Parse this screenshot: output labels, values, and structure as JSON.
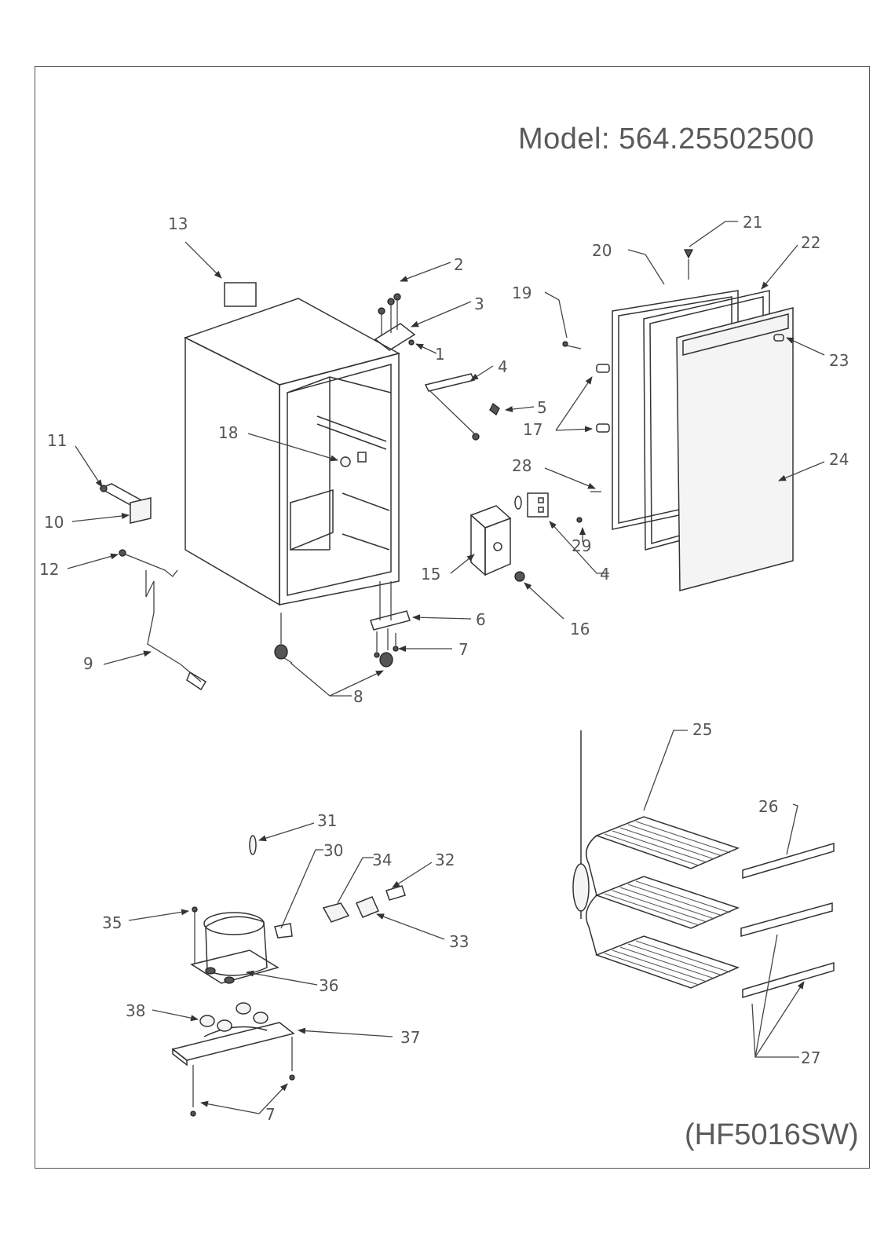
{
  "model_title": "Model: 564.25502500",
  "sub_model": "(HF5016SW)",
  "part_labels": [
    {
      "id": "p1",
      "text": "1"
    },
    {
      "id": "p2",
      "text": "2"
    },
    {
      "id": "p3",
      "text": "3"
    },
    {
      "id": "p4a",
      "text": "4"
    },
    {
      "id": "p4b",
      "text": "4"
    },
    {
      "id": "p5",
      "text": "5"
    },
    {
      "id": "p6",
      "text": "6"
    },
    {
      "id": "p7a",
      "text": "7"
    },
    {
      "id": "p7b",
      "text": "7"
    },
    {
      "id": "p8",
      "text": "8"
    },
    {
      "id": "p9",
      "text": "9"
    },
    {
      "id": "p10",
      "text": "10"
    },
    {
      "id": "p11",
      "text": "11"
    },
    {
      "id": "p12",
      "text": "12"
    },
    {
      "id": "p13",
      "text": "13"
    },
    {
      "id": "p15",
      "text": "15"
    },
    {
      "id": "p16",
      "text": "16"
    },
    {
      "id": "p17",
      "text": "17"
    },
    {
      "id": "p18",
      "text": "18"
    },
    {
      "id": "p19",
      "text": "19"
    },
    {
      "id": "p20",
      "text": "20"
    },
    {
      "id": "p21",
      "text": "21"
    },
    {
      "id": "p22",
      "text": "22"
    },
    {
      "id": "p23",
      "text": "23"
    },
    {
      "id": "p24",
      "text": "24"
    },
    {
      "id": "p25",
      "text": "25"
    },
    {
      "id": "p26",
      "text": "26"
    },
    {
      "id": "p27",
      "text": "27"
    },
    {
      "id": "p28",
      "text": "28"
    },
    {
      "id": "p29",
      "text": "29"
    },
    {
      "id": "p30",
      "text": "30"
    },
    {
      "id": "p31",
      "text": "31"
    },
    {
      "id": "p32",
      "text": "32"
    },
    {
      "id": "p33",
      "text": "33"
    },
    {
      "id": "p34",
      "text": "34"
    },
    {
      "id": "p35",
      "text": "35"
    },
    {
      "id": "p36",
      "text": "36"
    },
    {
      "id": "p37",
      "text": "37"
    },
    {
      "id": "p38",
      "text": "38"
    }
  ]
}
